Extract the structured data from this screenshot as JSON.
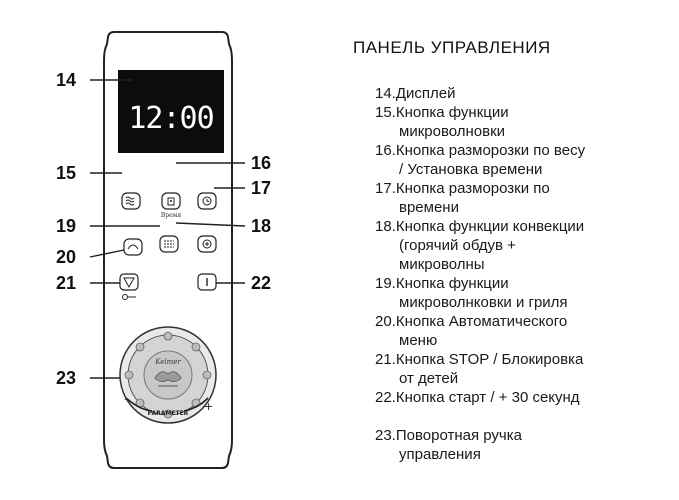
{
  "display": {
    "time": "12:00"
  },
  "callouts": [
    "14",
    "15",
    "16",
    "17",
    "18",
    "19",
    "20",
    "21",
    "22",
    "23"
  ],
  "knob": {
    "logo_text": "Kelmer",
    "dial_label": "PARAMETER"
  },
  "button_captions": {
    "defrost_weight": "Время"
  },
  "legend": {
    "title": "ПАНЕЛЬ УПРАВЛЕНИЯ",
    "items": [
      {
        "line1": "14.Дисплей",
        "line2": ""
      },
      {
        "line1": "15.Кнопка функции",
        "line2": "микроволновки"
      },
      {
        "line1": "16.Кнопка разморозки по весу",
        "line2": "/ Установка времени"
      },
      {
        "line1": "17.Кнопка разморозки по",
        "line2": "времени"
      },
      {
        "line1": "18.Кнопка функции конвекции",
        "line2": "(горячий обдув +",
        "line3": "микроволны"
      },
      {
        "line1": "19.Кнопка функции",
        "line2": "микроволнковки и гриля"
      },
      {
        "line1": "20.Кнопка Автоматического",
        "line2": "меню"
      },
      {
        "line1": "21.Кнопка STOP / Блокировка",
        "line2": "от детей"
      },
      {
        "line1": "22.Кнопка старт / + 30 секунд",
        "line2": ""
      },
      {
        "line1": "23.Поворотная ручка",
        "line2": "управления"
      }
    ]
  }
}
